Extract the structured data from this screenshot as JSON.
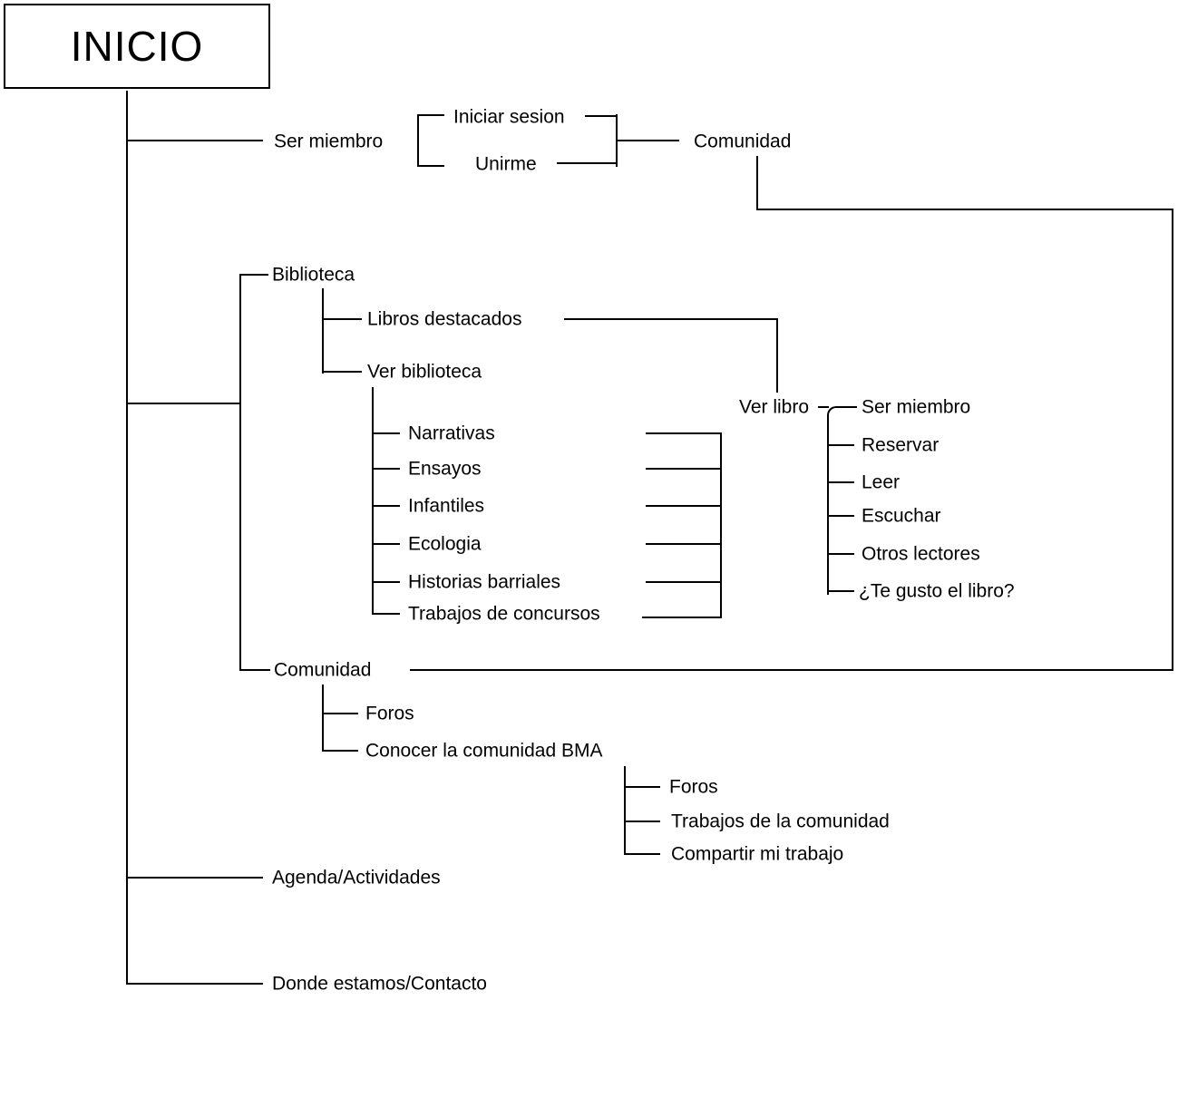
{
  "diagram_title": "INICIO",
  "nodes": {
    "inicio": "INICIO",
    "ser_miembro": "Ser miembro",
    "iniciar_sesion": "Iniciar sesion",
    "unirme": "Unirme",
    "comunidad_top": "Comunidad",
    "biblioteca": "Biblioteca",
    "libros_destacados": "Libros destacados",
    "ver_biblioteca": "Ver biblioteca",
    "categorias": [
      "Narrativas",
      "Ensayos",
      "Infantiles",
      "Ecologia",
      "Historias barriales",
      "Trabajos de concursos"
    ],
    "ver_libro": "Ver libro",
    "acciones_libro": [
      "Ser miembro",
      "Reservar",
      "Leer",
      "Escuchar",
      "Otros lectores",
      "¿Te gusto el libro?"
    ],
    "comunidad": "Comunidad",
    "foros": "Foros",
    "conocer_comunidad": "Conocer la comunidad BMA",
    "seccion_comunidad": [
      "Foros",
      "Trabajos de la comunidad",
      "Compartir mi trabajo"
    ],
    "agenda": "Agenda/Actividades",
    "donde_estamos": "Donde estamos/Contacto"
  },
  "style": {
    "line_color": "#000000",
    "text_color": "#000000",
    "background": "#ffffff"
  }
}
